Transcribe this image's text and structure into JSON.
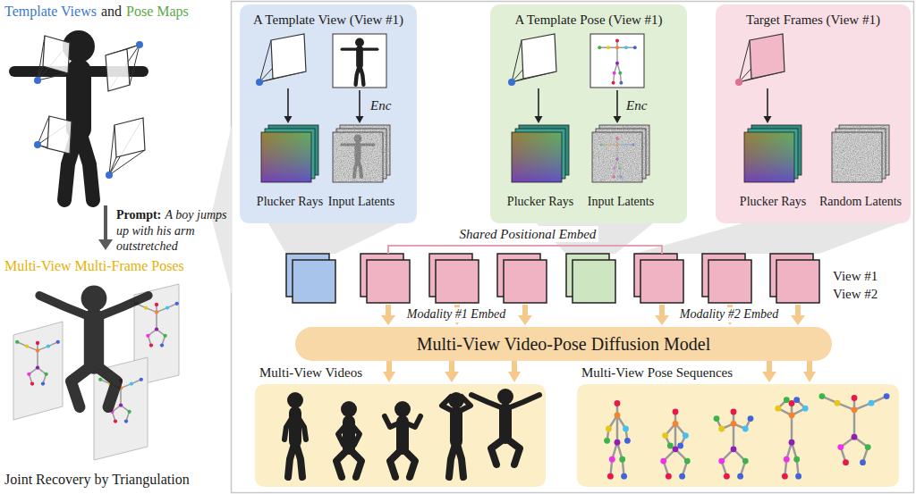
{
  "diagram": {
    "nodes": [
      {
        "text": [
          "A Template View (View #1)",
          "Enc",
          "Plucker Rays",
          "Input Latents"
        ]
      },
      {
        "text": [
          "A Template Pose (View #1)",
          "Enc",
          "Plucker Rays",
          "Input Latents"
        ]
      },
      {
        "text": [
          "Target Frames (View #1)",
          "Plucker Rays",
          "Random Latents"
        ]
      },
      {
        "text": [
          "Multi-View Video-Pose Diffusion Model"
        ]
      },
      {
        "text": [
          "Multi-View Videos"
        ]
      },
      {
        "text": [
          "Multi-View Pose Sequences"
        ]
      }
    ],
    "edges": [
      {
        "from": 3,
        "to": 4,
        "arrow": "to"
      },
      {
        "from": 3,
        "to": 5,
        "arrow": "to"
      }
    ],
    "labels": [
      "Template Views",
      "and",
      "Pose Maps",
      "Prompt:",
      "A boy jumps up with his arm outstretched",
      "Multi-View Multi-Frame Poses",
      "Joint Recovery by Triangulation",
      "Shared Positional Embed",
      "View #1",
      "View #2",
      "Modality #1 Embed",
      "Modality #2 Embed"
    ]
  }
}
